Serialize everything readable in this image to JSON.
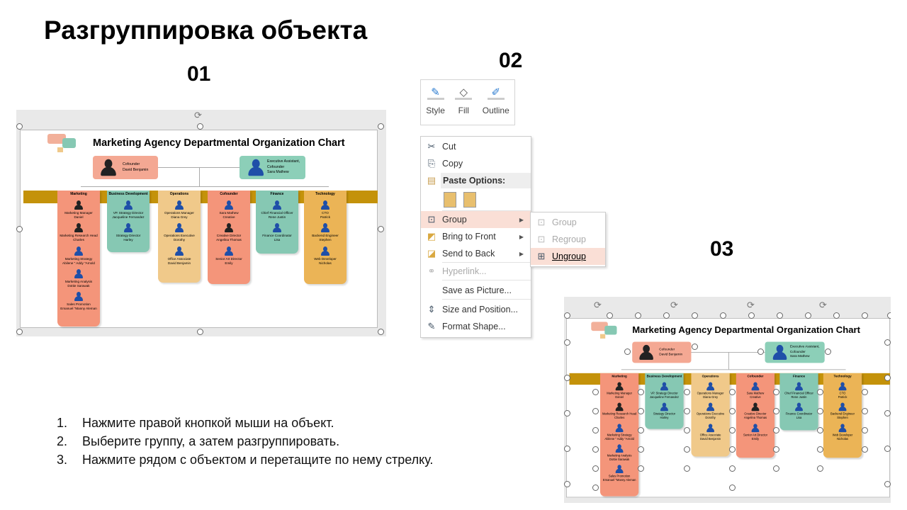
{
  "slide": {
    "title": "Разгруппировка объекта",
    "step_labels": [
      "01",
      "02",
      "03"
    ]
  },
  "org_chart": {
    "title": "Marketing Agency Departmental Organization Chart",
    "top": [
      {
        "role": "Cofounder",
        "name": "David Benjamin",
        "color": "#f4a893"
      },
      {
        "role": "Executive Assistant, Cofounder",
        "name": "Sara Mathew",
        "color": "#8ccfb8"
      }
    ],
    "columns": [
      {
        "header": "Marketing",
        "color": "#f4957a",
        "people": [
          [
            "Marketing Manager",
            "Daniel"
          ],
          [
            "Marketing Research Head",
            "Charles"
          ],
          [
            "Marketing Strategy",
            "Abilene \" Addy \"Arnold"
          ],
          [
            "Marketing Analysis",
            "Dottie Sarawak"
          ],
          [
            "Sales Promotion",
            "Emanuel \"Manny Aleman"
          ]
        ]
      },
      {
        "header": "Business Development",
        "color": "#86c8b3",
        "people": [
          [
            "VP. Strategy Director",
            "Jacqueline Fernandez"
          ],
          [
            "Strategy Director",
            "Harley"
          ]
        ]
      },
      {
        "header": "Operations",
        "color": "#f0c98a",
        "people": [
          [
            "Operations Manager",
            "Diana Grey"
          ],
          [
            "Operations Executive",
            "Dorothy"
          ],
          [
            "Office Associate",
            "David Benjamin"
          ]
        ]
      },
      {
        "header": "Cofounder",
        "color": "#f4957a",
        "people": [
          [
            "Sara Mathew",
            "Creative"
          ],
          [
            "Creative Director",
            "Angelina Thomas"
          ],
          [
            "Senior Art Director",
            "Emily"
          ]
        ]
      },
      {
        "header": "Finance",
        "color": "#86c8b3",
        "people": [
          [
            "Chief Financial Officer",
            "Rene Justin"
          ],
          [
            "Finance Coordinator",
            "Lisa"
          ]
        ]
      },
      {
        "header": "Technology",
        "color": "#ebb456",
        "people": [
          [
            "CTO",
            "Patrick"
          ],
          [
            "Backend Engineer",
            "Stephen"
          ],
          [
            "Web Developer",
            "Nicholas"
          ]
        ]
      }
    ]
  },
  "toolbar": {
    "style": "Style",
    "fill": "Fill",
    "outline": "Outline"
  },
  "context_menu": {
    "cut": "Cut",
    "copy": "Copy",
    "paste_options": "Paste Options:",
    "group": "Group",
    "bring_to_front": "Bring to Front",
    "send_to_back": "Send to Back",
    "hyperlink": "Hyperlink...",
    "save_as_picture": "Save as Picture...",
    "size_position": "Size and Position...",
    "format_shape": "Format Shape..."
  },
  "submenu": {
    "group": "Group",
    "regroup": "Regroup",
    "ungroup": "Ungroup"
  },
  "instructions": [
    {
      "n": "1.",
      "text": "Нажмите правой кнопкой мыши на объект."
    },
    {
      "n": "2.",
      "text": "Выберите группу, а затем разгруппировать."
    },
    {
      "n": "3.",
      "text": "Нажмите рядом с объектом и перетащите по нему стрелку."
    }
  ]
}
